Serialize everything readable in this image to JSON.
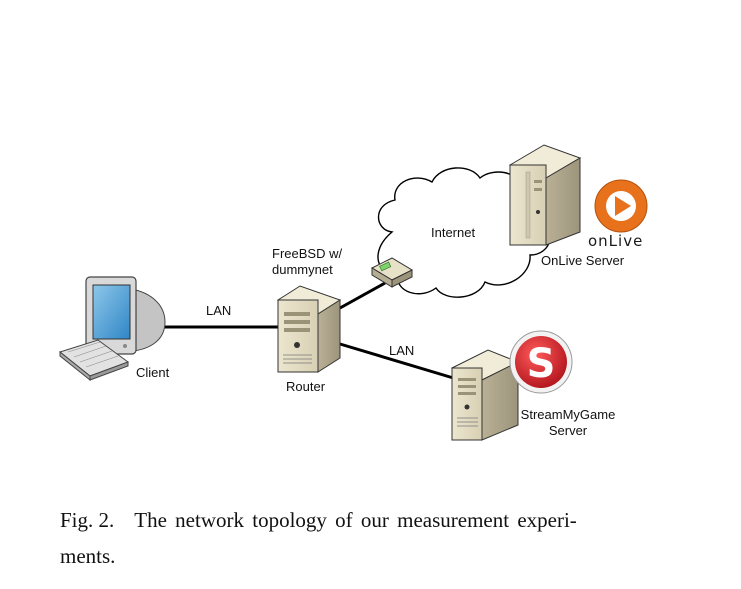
{
  "diagram": {
    "nodes": {
      "client": {
        "label": "Client"
      },
      "router": {
        "label": "Router",
        "top_label": "FreeBSD w/ dummynet",
        "top_label_line1": "FreeBSD w/",
        "top_label_line2": "dummynet"
      },
      "internet": {
        "label": "Internet"
      },
      "onlive_server": {
        "label": "OnLive Server",
        "logo_text": "onLive"
      },
      "streammygame_server": {
        "label": "StreamMyGame Server",
        "label_line1": "StreamMyGame",
        "label_line2": "Server",
        "logo_letter": "S"
      }
    },
    "edges": [
      {
        "from": "client",
        "to": "router",
        "label": "LAN"
      },
      {
        "from": "router",
        "to": "internet",
        "label": ""
      },
      {
        "from": "router",
        "to": "streammygame_server",
        "label": "LAN"
      }
    ],
    "edge_labels": {
      "client_router": "LAN",
      "router_smg": "LAN"
    },
    "colors": {
      "onlive_orange": "#e8711c",
      "smg_red": "#d9232b",
      "line": "#000000"
    }
  },
  "caption": {
    "fig": "Fig. 2.",
    "text_line1": "The network topology of our measurement experi-",
    "text_line2": "ments."
  }
}
